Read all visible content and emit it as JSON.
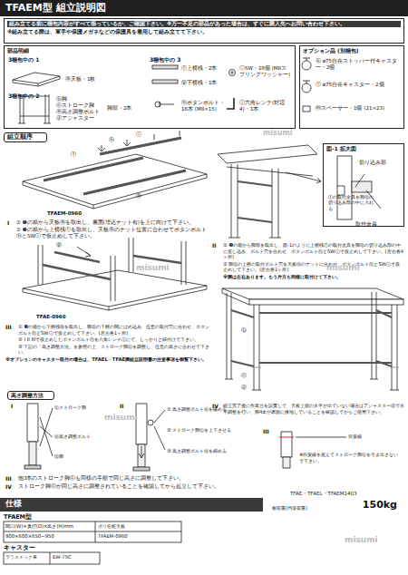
{
  "diagram": {
    "nodes": [
      {
        "text": [
          "TFAEM型 組立説明図"
        ]
      },
      {
        "text": [
          "組み立てる前に梱包内容がすべて揃っているか、ご確認下さい。※万一不足の部品があった場合は、すぐに購入先へお問い合わせ下さい。",
          "※組み立てる際は、軍手や保護メガネなどの保護具を着用して組み立てて下さい。"
        ]
      },
      {
        "text": [
          "部品明細"
        ]
      },
      {
        "text": [
          "3梱包中の 1"
        ],
        "in": 2
      },
      {
        "text": [
          "3梱包中の 2"
        ],
        "in": 2
      },
      {
        "text": [
          "3梱包中の 3"
        ],
        "in": 2
      },
      {
        "text": [
          "オプション品 (別梱包)"
        ]
      },
      {
        "text": [
          "組立順序"
        ]
      },
      {
        "text": [
          "図-1 拡大図"
        ]
      },
      {
        "text": [
          "高さ調整方法"
        ]
      },
      {
        "text": [
          "仕様"
        ]
      }
    ],
    "labels": [
      "ⓐ天板・1枚",
      "ⓑ脚",
      "ⓒストローク脚",
      "ⓔ高さ調整ボルト",
      "ⓓアジャスター",
      "脚部・2本",
      "ⓕ上横桟・2本",
      "ⓖ下横桟・1本",
      "ⓗボタンボルト・16本 (M8×15)",
      "ⓘSW・16個 (M8スプリングワッシャー)",
      "ⓙ六角レンチ(対辺4)・1本",
      "ⓚ ø75自在ストッパー付キャスター・2個",
      "ⓛ ø75自在キャスター・2個",
      "ⓜスペーサー・1個 (21×23)",
      "TFAEM-0960",
      "I",
      "① ❶の箱から天板ⓐを取出し、裏面(埋込ナット有)を上に向けて下さい。",
      "② ❷の箱から上横桟ⓕを取出し、天板ⓐのナット位置に合わせてボタンボルトⓗとSWⓘで仮止めして下さい。",
      "TFAE-0960",
      "III",
      "① ❸の箱から下横桟ⓖを取出し、脚ⓑの下横の間にはめ込み、任意の取付穴に合わせ、ボタンボルトⓗとSWⓘで仮止めして下さい。(左右各1ヶ所)",
      "② I II IIIで仮止めしたボタンボルトⓗを六角レンチⓙにて、しっかりと締付けて下さい。",
      "③ 下記の「高さ調整方法」を参照の上、ストローク脚ⓒを調整し、任意の高さに合わせて下さい。",
      "※オプションのキャスター取付の場合は、TFAEL・TFAE脚組立説明書の注意事項を御覧下さい。",
      "切り込み部",
      "取付金具",
      "ⓕの取付金具を脚ⓑの切り込み部の中に入れる",
      "II",
      "① ❷の箱から脚部を取出し、図-1のように上横桟ⓕの取付金具を脚ⓑの切り込み部の中に差し込み、ボルト穴を合わせ、ボタンボルトⓗとSWⓘで仮止めして下さい。(左右各4ヶ所)",
      "② 脚ⓑの上横の取付ボルト穴を天板ⓐのナットに合わせ、ボタンボルトⓗとSWⓘで仮止めして下さい。(左右各1ヶ所)",
      "※脚は左右あります。もう片方も同様に取付けて下さい。",
      "IV",
      "組立完了後に作業台を設置して、天板上面の水平が出ていない場合はアジャスターⓓで水平調整を行い、脚4本が床面に接地していることを確認してからご使用下さい。",
      "I",
      "ⓒストローク脚",
      "ⓔ高さ調整ボルト",
      "ⓑ脚",
      "II",
      "① 高さ調整ボルトⓔを緩める",
      "② ストローク脚ⓒを上下させる",
      "③ 高さ調整ボルトⓔを締める",
      "III",
      "目安線",
      "※目安線を超えてストローク脚ⓒを引き出さないで下さい。",
      "III",
      "他3本のストローク脚ⓒも同様の手順で同じ高さに調整して下さい。",
      "IV",
      "ストローク脚ⓒが同じ高さに調整されていることを確認してから起立して下さい。",
      "TFAE・TFAEL・TFAEM1403",
      "耐荷重(均等荷重)",
      "150kg",
      "TFAEM型",
      "間口(W)×奥行(D)×高さ(H)mm",
      "ポリ化粧天板",
      "900×600×650~950",
      "TFAEM-0960",
      "キャスター",
      "プラスチック車",
      "EW-75C",
      "misumi",
      "misumi",
      "misumi",
      "misumi",
      "misumi",
      "ⓐ",
      "ⓕ",
      "ⓗ",
      "ⓘ",
      "ⓖ",
      "ⓑ",
      "ⓒ",
      "ⓓ"
    ]
  }
}
